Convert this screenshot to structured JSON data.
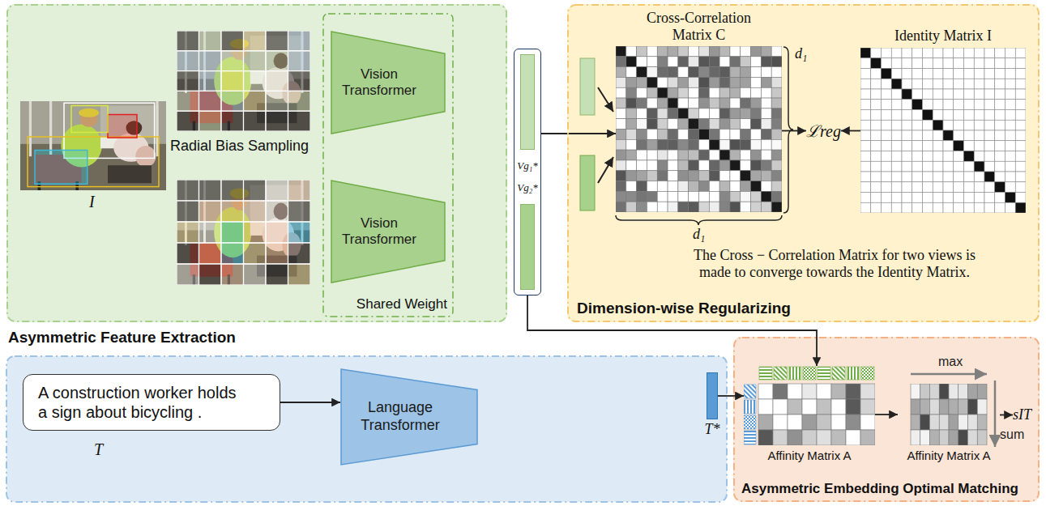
{
  "diagram": {
    "nodes": [
      {
        "text": [
          "Asymmetric Feature Extraction"
        ]
      },
      {
        "text": [
          "Shared Weight"
        ],
        "in": 0
      },
      {
        "text": [
          "Vision Transformer"
        ],
        "in": 1
      },
      {
        "text": [
          "Vision Transformer"
        ],
        "in": 1
      },
      {
        "text": [
          "Vg₁*",
          "Vg₂*"
        ]
      },
      {
        "text": [
          "Dimension-wise Regularizing",
          "The Cross − Correlation Matrix for two views is made to converge towards the Identity Matrix."
        ]
      },
      {
        "text": [
          "Cross-Correlation Matrix C"
        ],
        "in": 5
      },
      {
        "text": [
          "Identity Matrix I"
        ],
        "in": 5
      },
      {
        "text": [
          "ℒreg"
        ],
        "in": 5
      },
      {
        "text": [
          "A construction worker holds a sign about bicycling .",
          "T"
        ]
      },
      {
        "text": [
          "Language Transformer"
        ]
      },
      {
        "text": [
          "T*"
        ]
      },
      {
        "text": [
          "Asymmetric Embedding Optimal Matching"
        ]
      },
      {
        "text": [
          "Affinity Matrix A"
        ],
        "in": 12
      },
      {
        "text": [
          "Affinity Matrix A"
        ],
        "in": 12
      },
      {
        "text": [
          "sIT"
        ],
        "in": 12
      }
    ],
    "edges": [
      {
        "from": 4,
        "to": 6,
        "arrow": "to"
      },
      {
        "from": 6,
        "to": 8,
        "arrow": "to"
      },
      {
        "from": 7,
        "to": 8,
        "arrow": "to"
      },
      {
        "from": 4,
        "to": 13,
        "arrow": "to"
      },
      {
        "from": 9,
        "to": 10,
        "arrow": "to"
      },
      {
        "from": 11,
        "to": 13,
        "arrow": "to"
      },
      {
        "from": 13,
        "to": 14,
        "arrow": "to"
      },
      {
        "from": 14,
        "to": 15,
        "arrow": "to"
      }
    ],
    "labels": [
      "Radial Bias Sampling",
      "I",
      "d₁",
      "d₁",
      "max",
      "sum"
    ]
  }
}
